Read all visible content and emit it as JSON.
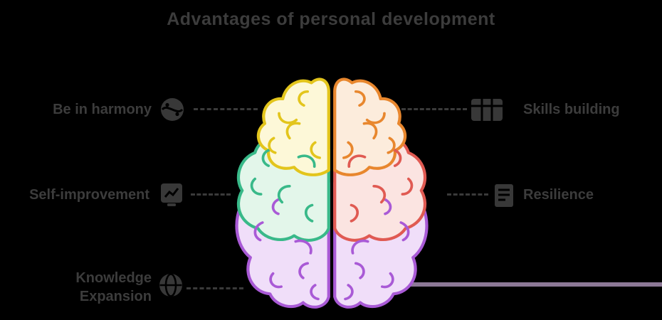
{
  "title": "Advantages of personal development",
  "background_color": "#000000",
  "text_color": "#3c3c3c",
  "connector_color": "#3a3a3a",
  "bottom_right_line_color": "#8c7896",
  "left_items": [
    {
      "label": "Be in harmony",
      "icon": "harmony-icon"
    },
    {
      "label": "Self-improvement",
      "icon": "self-improvement-icon"
    },
    {
      "label_line1": "Knowledge",
      "label_line2": "Expansion",
      "icon": "knowledge-icon"
    }
  ],
  "right_items": [
    {
      "label": "Skills building",
      "icon": "skills-icon"
    },
    {
      "label": "Resilience",
      "icon": "resilience-icon"
    }
  ],
  "brain": {
    "sections": {
      "top_left": {
        "name": "frontal-left-lobe",
        "fill": "#fdf8d8",
        "stroke": "#e3c51c"
      },
      "top_right": {
        "name": "frontal-right-lobe",
        "fill": "#fcecdc",
        "stroke": "#e8872e"
      },
      "mid_left": {
        "name": "parietal-left-lobe",
        "fill": "#e3f6ea",
        "stroke": "#39b989"
      },
      "mid_right": {
        "name": "parietal-right-lobe",
        "fill": "#fbe4e1",
        "stroke": "#e05a52"
      },
      "bottom_left": {
        "name": "occipital-left-lobe",
        "fill": "#f0def9",
        "stroke": "#a95ad6"
      },
      "bottom_right": {
        "name": "occipital-right-lobe",
        "fill": "#f0def9",
        "stroke": "#a95ad6"
      }
    }
  }
}
